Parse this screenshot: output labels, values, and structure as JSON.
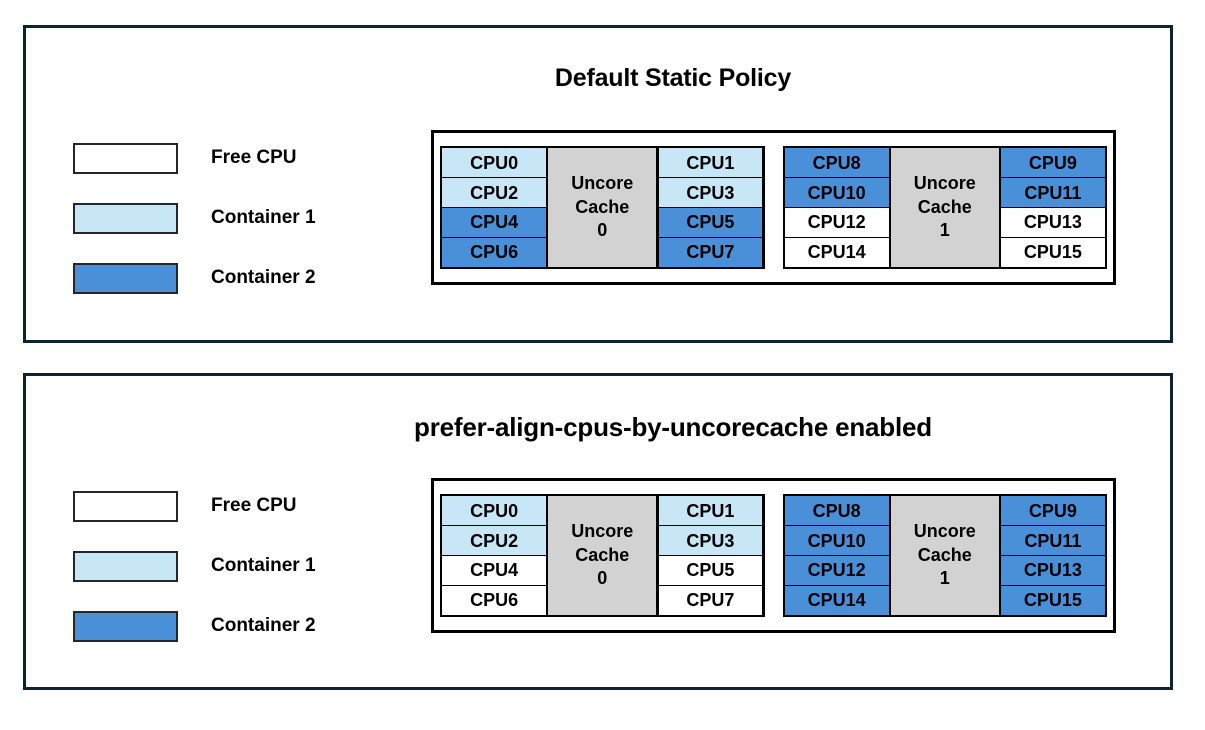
{
  "colors": {
    "free_cpu": "#ffffff",
    "container1": "#c7e7f7",
    "container2": "#4a90d9",
    "uncore_cache": "#d2d2d2",
    "panel_border": "#0b2433",
    "cell_border": "#000000"
  },
  "legend": {
    "items": [
      {
        "label": "Free CPU",
        "swatch": "free"
      },
      {
        "label": "Container 1",
        "swatch": "container1"
      },
      {
        "label": "Container 2",
        "swatch": "container2"
      }
    ]
  },
  "panels": [
    {
      "title": "Default Static Policy",
      "legend_items": [
        {
          "label": "Free CPU",
          "swatch": "free"
        },
        {
          "label": "Container 1",
          "swatch": "container1"
        },
        {
          "label": "Container 2",
          "swatch": "container2"
        }
      ],
      "uncore_groups": [
        {
          "label_lines": [
            "Uncore",
            "Cache",
            "0"
          ],
          "left_column": [
            {
              "label": "CPU0",
              "state": "container1"
            },
            {
              "label": "CPU2",
              "state": "container1"
            },
            {
              "label": "CPU4",
              "state": "container2"
            },
            {
              "label": "CPU6",
              "state": "container2"
            }
          ],
          "right_column": [
            {
              "label": "CPU1",
              "state": "container1"
            },
            {
              "label": "CPU3",
              "state": "container1"
            },
            {
              "label": "CPU5",
              "state": "container2"
            },
            {
              "label": "CPU7",
              "state": "container2"
            }
          ]
        },
        {
          "label_lines": [
            "Uncore",
            "Cache",
            "1"
          ],
          "left_column": [
            {
              "label": "CPU8",
              "state": "container2"
            },
            {
              "label": "CPU10",
              "state": "container2"
            },
            {
              "label": "CPU12",
              "state": "free"
            },
            {
              "label": "CPU14",
              "state": "free"
            }
          ],
          "right_column": [
            {
              "label": "CPU9",
              "state": "container2"
            },
            {
              "label": "CPU11",
              "state": "container2"
            },
            {
              "label": "CPU13",
              "state": "free"
            },
            {
              "label": "CPU15",
              "state": "free"
            }
          ]
        }
      ]
    },
    {
      "title": "prefer-align-cpus-by-uncorecache enabled",
      "legend_items": [
        {
          "label": "Free CPU",
          "swatch": "free"
        },
        {
          "label": "Container 1",
          "swatch": "container1"
        },
        {
          "label": "Container 2",
          "swatch": "container2"
        }
      ],
      "uncore_groups": [
        {
          "label_lines": [
            "Uncore",
            "Cache",
            "0"
          ],
          "left_column": [
            {
              "label": "CPU0",
              "state": "container1"
            },
            {
              "label": "CPU2",
              "state": "container1"
            },
            {
              "label": "CPU4",
              "state": "free"
            },
            {
              "label": "CPU6",
              "state": "free"
            }
          ],
          "right_column": [
            {
              "label": "CPU1",
              "state": "container1"
            },
            {
              "label": "CPU3",
              "state": "container1"
            },
            {
              "label": "CPU5",
              "state": "free"
            },
            {
              "label": "CPU7",
              "state": "free"
            }
          ]
        },
        {
          "label_lines": [
            "Uncore",
            "Cache",
            "1"
          ],
          "left_column": [
            {
              "label": "CPU8",
              "state": "container2"
            },
            {
              "label": "CPU10",
              "state": "container2"
            },
            {
              "label": "CPU12",
              "state": "container2"
            },
            {
              "label": "CPU14",
              "state": "container2"
            }
          ],
          "right_column": [
            {
              "label": "CPU9",
              "state": "container2"
            },
            {
              "label": "CPU11",
              "state": "container2"
            },
            {
              "label": "CPU13",
              "state": "container2"
            },
            {
              "label": "CPU15",
              "state": "container2"
            }
          ]
        }
      ]
    }
  ]
}
